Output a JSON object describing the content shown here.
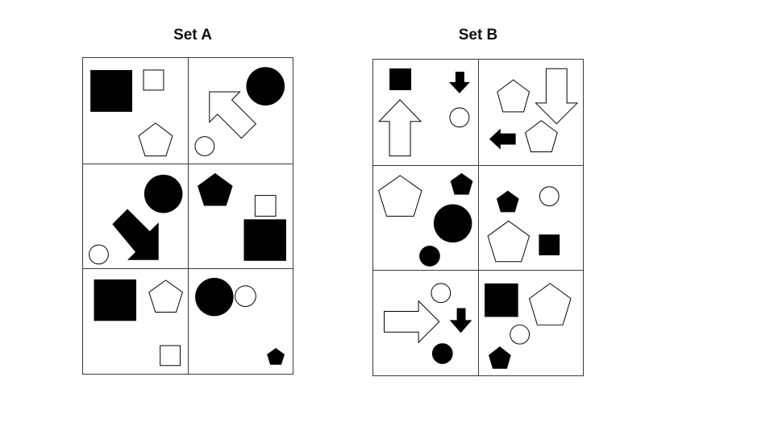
{
  "set_a": {
    "title": "Set A",
    "cells": [
      {
        "id": "a1",
        "shapes": [
          "square-black-large",
          "square-white-small",
          "pentagon-white",
          "arrow-white-up-left",
          "circle-black-large",
          "circle-white-small"
        ]
      },
      {
        "id": "a2",
        "shapes": [
          "circle-black-large",
          "arrow-black-down-right",
          "circle-white-small",
          "pentagon-black",
          "square-white-small",
          "square-black-large"
        ]
      },
      {
        "id": "a3",
        "shapes": [
          "square-black-large",
          "pentagon-white",
          "square-white-small",
          "circle-black-large",
          "circle-white-small",
          "pentagon-black-small"
        ]
      }
    ]
  },
  "set_b": {
    "title": "Set B",
    "cells": [
      {
        "id": "b1",
        "shapes": [
          "square-black-small",
          "arrow-black-down-small",
          "arrow-white-up",
          "circle-white-small",
          "pentagon-white",
          "arrow-white-down",
          "arrow-black-left-small",
          "pentagon-white"
        ]
      },
      {
        "id": "b2",
        "shapes": [
          "pentagon-white-large",
          "pentagon-black-small",
          "circle-black-large",
          "circle-black-small",
          "pentagon-black-small",
          "circle-white-small",
          "pentagon-white-large",
          "square-black-small"
        ]
      },
      {
        "id": "b3",
        "shapes": [
          "circle-white-small",
          "arrow-white-right",
          "arrow-black-down-small",
          "circle-black-small",
          "square-black-large",
          "pentagon-white-large",
          "circle-white-small",
          "pentagon-black-small"
        ]
      }
    ]
  },
  "colors": {
    "fill_dark": "#000000",
    "fill_light": "#ffffff",
    "stroke": "#000000",
    "border": "#3a3a3a"
  }
}
